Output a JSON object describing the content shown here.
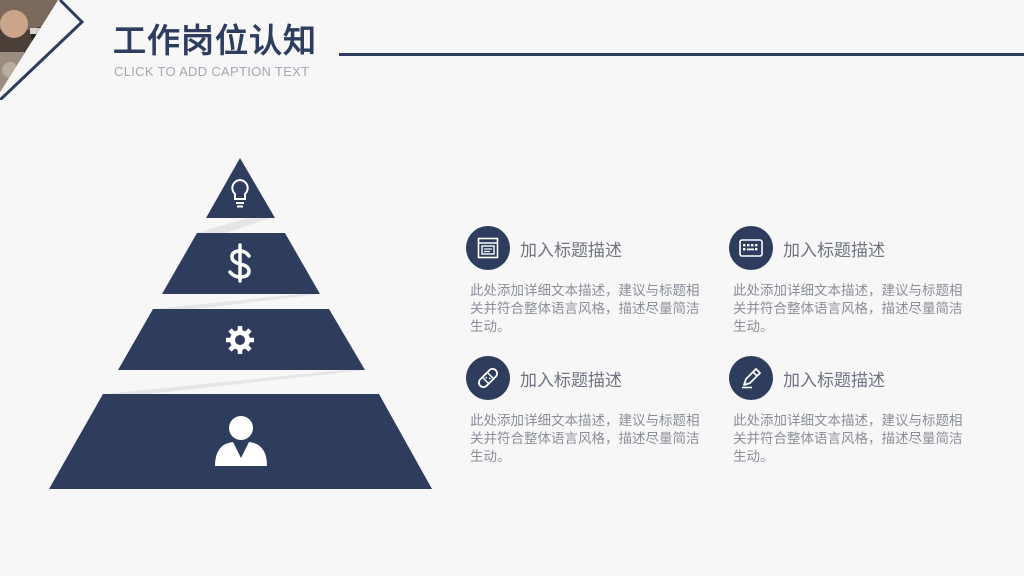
{
  "header": {
    "title": "工作岗位认知",
    "subtitle": "CLICK TO ADD CAPTION TEXT"
  },
  "pyramid": {
    "levels": [
      {
        "icon": "lightbulb-icon"
      },
      {
        "icon": "dollar-icon"
      },
      {
        "icon": "gear-icon"
      },
      {
        "icon": "person-icon"
      }
    ]
  },
  "cards": [
    {
      "icon": "calendar-icon",
      "title": "加入标题描述",
      "desc": "此处添加详细文本描述，建议与标题相关并符合整体语言风格，描述尽量简洁生动。"
    },
    {
      "icon": "keyboard-icon",
      "title": "加入标题描述",
      "desc": "此处添加详细文本描述，建议与标题相关并符合整体语言风格，描述尽量简洁生动。"
    },
    {
      "icon": "bandage-icon",
      "title": "加入标题描述",
      "desc": "此处添加详细文本描述，建议与标题相关并符合整体语言风格，描述尽量简洁生动。"
    },
    {
      "icon": "pencil-icon",
      "title": "加入标题描述",
      "desc": "此处添加详细文本描述，建议与标题相关并符合整体语言风格，描述尽量简洁生动。"
    }
  ],
  "colors": {
    "primary": "#2e3d5e",
    "background": "#f7f7f8",
    "shadow": "#e6e6e8"
  }
}
